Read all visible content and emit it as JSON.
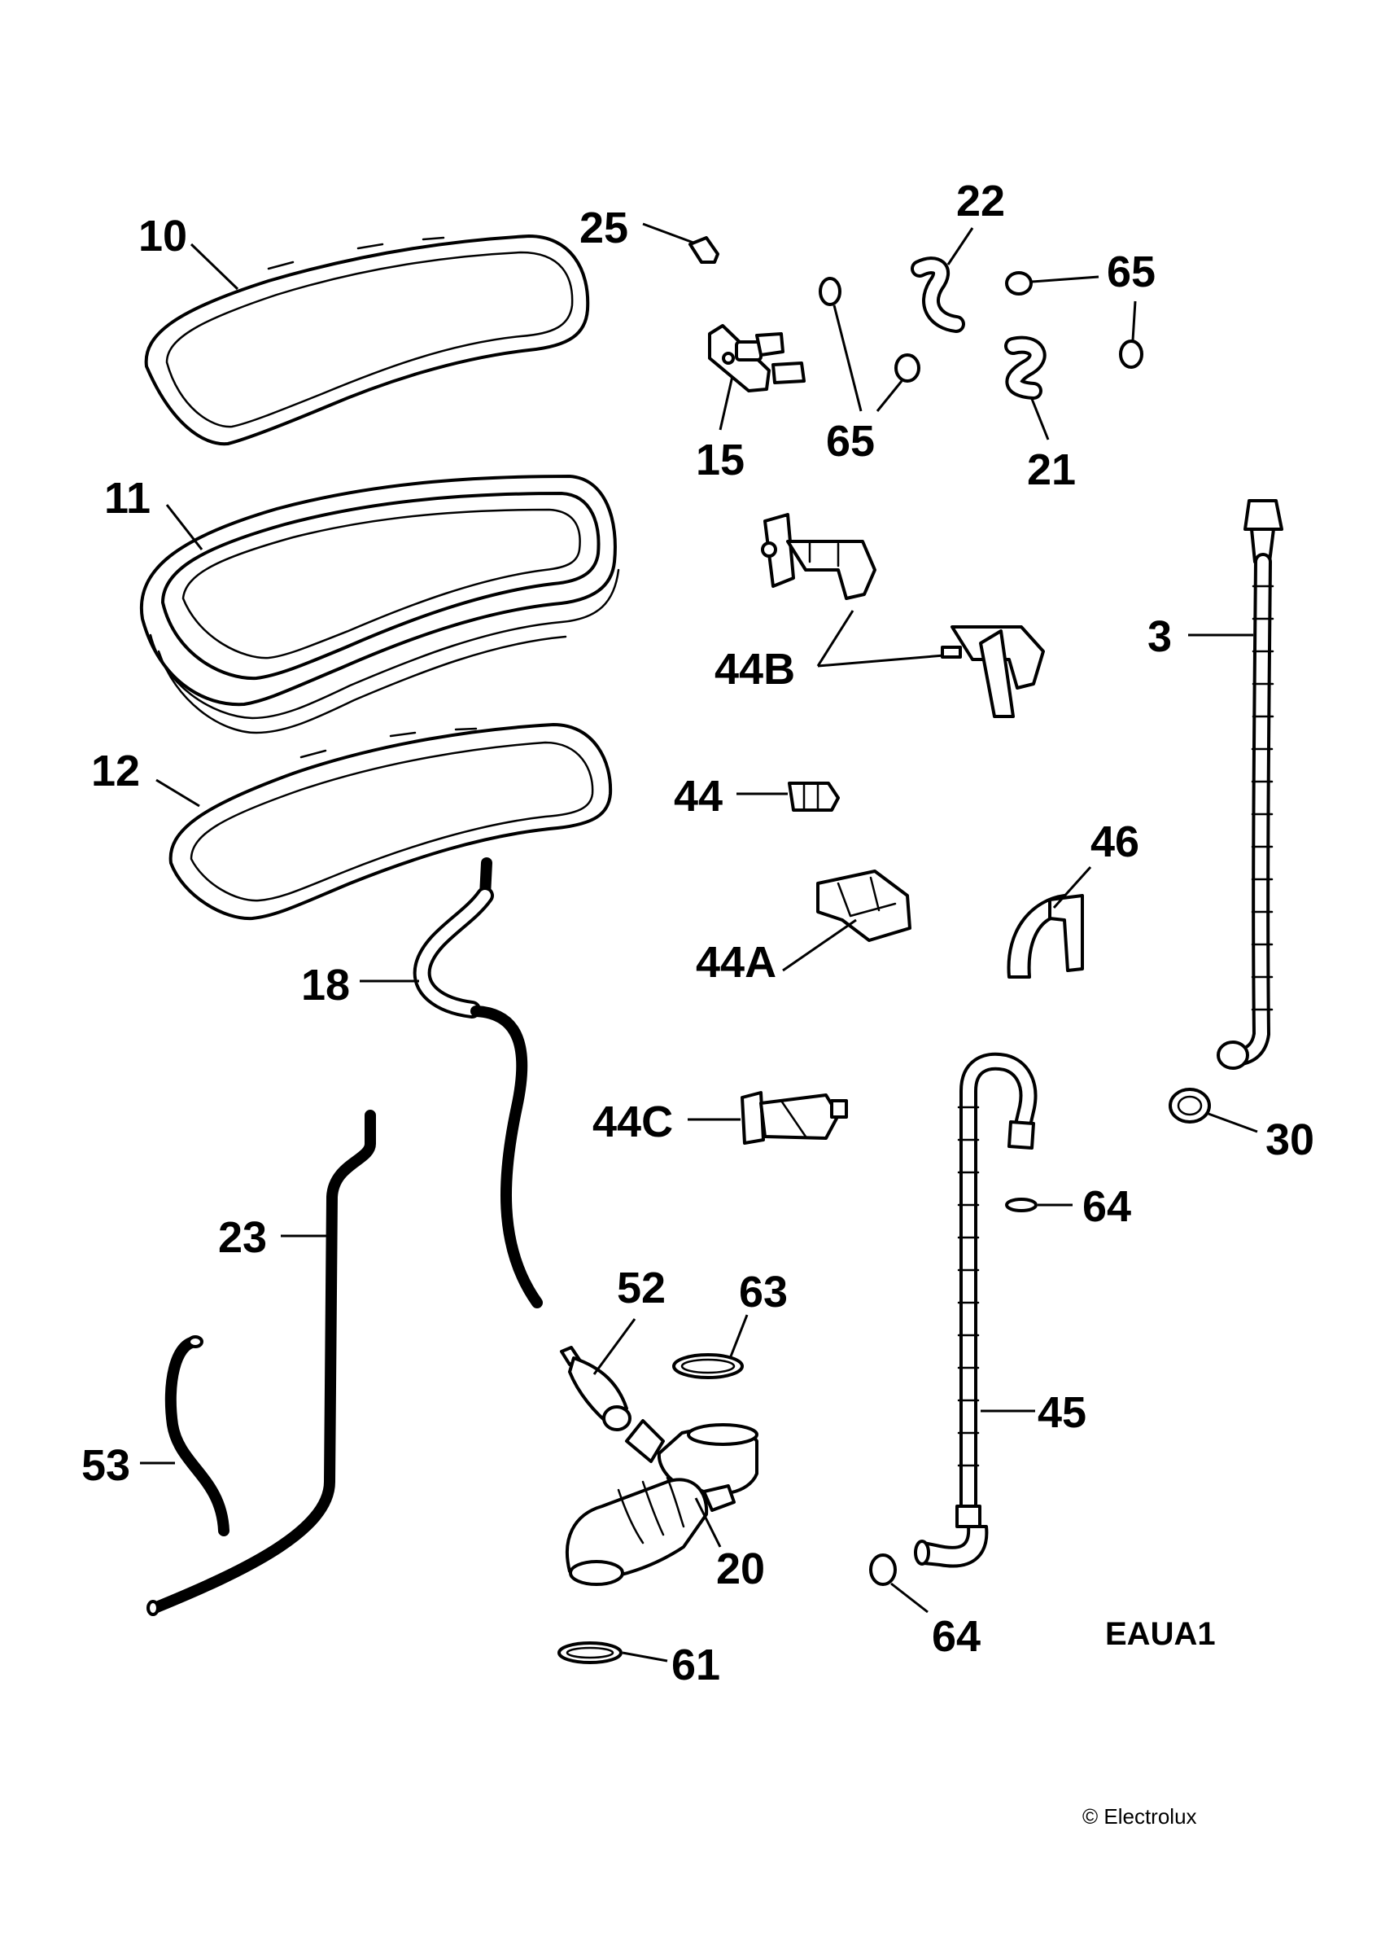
{
  "diagram": {
    "drawing_code": "EAUA1",
    "copyright": "© Electrolux",
    "callouts": [
      {
        "id": "10",
        "label": "10"
      },
      {
        "id": "11",
        "label": "11"
      },
      {
        "id": "12",
        "label": "12"
      },
      {
        "id": "25",
        "label": "25"
      },
      {
        "id": "22",
        "label": "22"
      },
      {
        "id": "65a",
        "label": "65"
      },
      {
        "id": "65b",
        "label": "65"
      },
      {
        "id": "15",
        "label": "15"
      },
      {
        "id": "21",
        "label": "21"
      },
      {
        "id": "3",
        "label": "3"
      },
      {
        "id": "44B",
        "label": "44B"
      },
      {
        "id": "44",
        "label": "44"
      },
      {
        "id": "46",
        "label": "46"
      },
      {
        "id": "44A",
        "label": "44A"
      },
      {
        "id": "18",
        "label": "18"
      },
      {
        "id": "44C",
        "label": "44C"
      },
      {
        "id": "30",
        "label": "30"
      },
      {
        "id": "64a",
        "label": "64"
      },
      {
        "id": "23",
        "label": "23"
      },
      {
        "id": "52",
        "label": "52"
      },
      {
        "id": "63",
        "label": "63"
      },
      {
        "id": "45",
        "label": "45"
      },
      {
        "id": "53",
        "label": "53"
      },
      {
        "id": "20",
        "label": "20"
      },
      {
        "id": "64b",
        "label": "64"
      },
      {
        "id": "61",
        "label": "61"
      }
    ]
  }
}
